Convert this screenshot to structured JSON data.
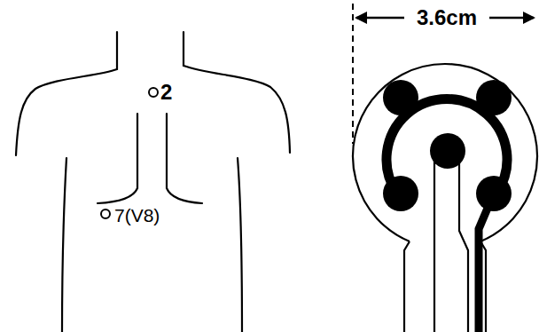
{
  "diagram": {
    "labels": [
      "2",
      "7(V8)",
      "3.6cm"
    ]
  }
}
